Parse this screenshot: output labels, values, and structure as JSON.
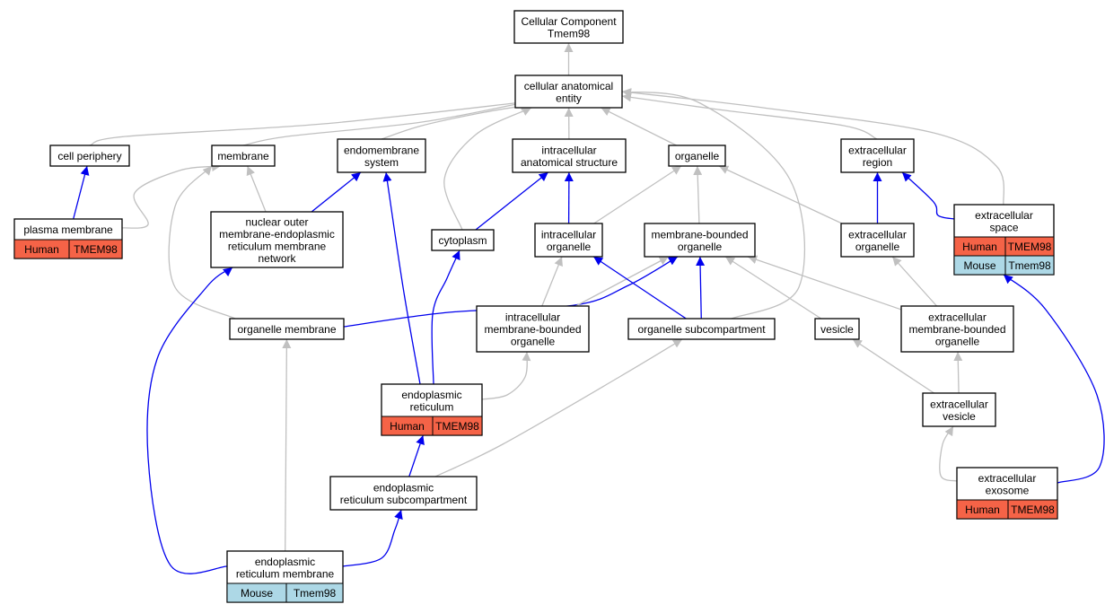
{
  "colors": {
    "edge_is_a": "#c0c0c0",
    "edge_part_of": "#0000ee",
    "human_fill": "#f56347",
    "mouse_fill": "#add8e6"
  },
  "nodes": {
    "root": {
      "lines": [
        "Cellular Component",
        "Tmem98"
      ]
    },
    "cae": {
      "lines": [
        "cellular anatomical",
        "entity"
      ]
    },
    "cp": {
      "lines": [
        "cell periphery"
      ]
    },
    "mem": {
      "lines": [
        "membrane"
      ]
    },
    "ems": {
      "lines": [
        "endomembrane",
        "system"
      ]
    },
    "ias": {
      "lines": [
        "intracellular",
        "anatomical structure"
      ]
    },
    "org": {
      "lines": [
        "organelle"
      ]
    },
    "exr": {
      "lines": [
        "extracellular",
        "region"
      ]
    },
    "pm": {
      "lines": [
        "plasma membrane"
      ],
      "annotations": [
        {
          "species": "Human",
          "gene": "TMEM98"
        }
      ]
    },
    "nuc": {
      "lines": [
        "nuclear outer",
        "membrane-endoplasmic",
        "reticulum membrane",
        "network"
      ]
    },
    "cyto": {
      "lines": [
        "cytoplasm"
      ]
    },
    "io": {
      "lines": [
        "intracellular",
        "organelle"
      ]
    },
    "mbo": {
      "lines": [
        "membrane-bounded",
        "organelle"
      ]
    },
    "exo": {
      "lines": [
        "extracellular",
        "organelle"
      ]
    },
    "exs": {
      "lines": [
        "extracellular",
        "space"
      ],
      "annotations": [
        {
          "species": "Human",
          "gene": "TMEM98"
        },
        {
          "species": "Mouse",
          "gene": "Tmem98"
        }
      ]
    },
    "om": {
      "lines": [
        "organelle membrane"
      ]
    },
    "imbo": {
      "lines": [
        "intracellular",
        "membrane-bounded",
        "organelle"
      ]
    },
    "osc": {
      "lines": [
        "organelle subcompartment"
      ]
    },
    "ves": {
      "lines": [
        "vesicle"
      ]
    },
    "embo": {
      "lines": [
        "extracellular",
        "membrane-bounded",
        "organelle"
      ]
    },
    "er": {
      "lines": [
        "endoplasmic",
        "reticulum"
      ],
      "annotations": [
        {
          "species": "Human",
          "gene": "TMEM98"
        }
      ]
    },
    "exv": {
      "lines": [
        "extracellular",
        "vesicle"
      ]
    },
    "ersc": {
      "lines": [
        "endoplasmic",
        "reticulum subcompartment"
      ]
    },
    "exsm": {
      "lines": [
        "extracellular",
        "exosome"
      ],
      "annotations": [
        {
          "species": "Human",
          "gene": "TMEM98"
        }
      ]
    },
    "erm": {
      "lines": [
        "endoplasmic",
        "reticulum membrane"
      ],
      "annotations": [
        {
          "species": "Mouse",
          "gene": "Tmem98"
        }
      ]
    }
  },
  "edges": [
    {
      "from": "cae",
      "to": "root",
      "type": "is_a"
    },
    {
      "from": "cp",
      "to": "cae",
      "type": "is_a"
    },
    {
      "from": "mem",
      "to": "cae",
      "type": "is_a"
    },
    {
      "from": "ems",
      "to": "cae",
      "type": "is_a"
    },
    {
      "from": "ias",
      "to": "cae",
      "type": "is_a"
    },
    {
      "from": "org",
      "to": "cae",
      "type": "is_a"
    },
    {
      "from": "exr",
      "to": "cae",
      "type": "is_a"
    },
    {
      "from": "cyto",
      "to": "cae",
      "type": "is_a"
    },
    {
      "from": "exs",
      "to": "cae",
      "type": "is_a"
    },
    {
      "from": "osc",
      "to": "cae",
      "type": "is_a"
    },
    {
      "from": "pm",
      "to": "cp",
      "type": "part_of"
    },
    {
      "from": "pm",
      "to": "mem",
      "type": "is_a"
    },
    {
      "from": "nuc",
      "to": "mem",
      "type": "is_a"
    },
    {
      "from": "nuc",
      "to": "ems",
      "type": "part_of"
    },
    {
      "from": "om",
      "to": "mem",
      "type": "is_a"
    },
    {
      "from": "om",
      "to": "mbo",
      "type": "part_of"
    },
    {
      "from": "cyto",
      "to": "ias",
      "type": "part_of"
    },
    {
      "from": "io",
      "to": "ias",
      "type": "part_of"
    },
    {
      "from": "io",
      "to": "org",
      "type": "is_a"
    },
    {
      "from": "mbo",
      "to": "org",
      "type": "is_a"
    },
    {
      "from": "exo",
      "to": "org",
      "type": "is_a"
    },
    {
      "from": "exo",
      "to": "exr",
      "type": "part_of"
    },
    {
      "from": "exs",
      "to": "exr",
      "type": "part_of"
    },
    {
      "from": "imbo",
      "to": "io",
      "type": "is_a"
    },
    {
      "from": "imbo",
      "to": "mbo",
      "type": "is_a"
    },
    {
      "from": "osc",
      "to": "io",
      "type": "part_of"
    },
    {
      "from": "osc",
      "to": "mbo",
      "type": "part_of"
    },
    {
      "from": "ves",
      "to": "mbo",
      "type": "is_a"
    },
    {
      "from": "embo",
      "to": "mbo",
      "type": "is_a"
    },
    {
      "from": "embo",
      "to": "exo",
      "type": "is_a"
    },
    {
      "from": "er",
      "to": "ems",
      "type": "part_of"
    },
    {
      "from": "er",
      "to": "cyto",
      "type": "part_of"
    },
    {
      "from": "er",
      "to": "imbo",
      "type": "is_a"
    },
    {
      "from": "ersc",
      "to": "er",
      "type": "part_of"
    },
    {
      "from": "ersc",
      "to": "osc",
      "type": "is_a"
    },
    {
      "from": "exv",
      "to": "ves",
      "type": "is_a"
    },
    {
      "from": "exv",
      "to": "embo",
      "type": "is_a"
    },
    {
      "from": "exsm",
      "to": "exv",
      "type": "is_a"
    },
    {
      "from": "exsm",
      "to": "exs",
      "type": "part_of"
    },
    {
      "from": "erm",
      "to": "om",
      "type": "is_a"
    },
    {
      "from": "erm",
      "to": "ersc",
      "type": "part_of"
    },
    {
      "from": "erm",
      "to": "nuc",
      "type": "part_of"
    }
  ]
}
